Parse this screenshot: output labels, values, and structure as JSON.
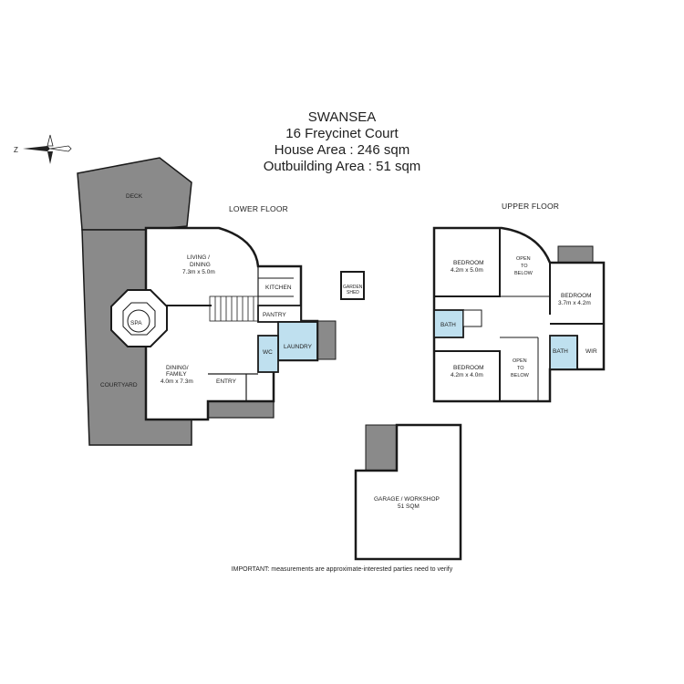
{
  "header": {
    "title": "SWANSEA",
    "address": "16 Freycinet Court",
    "house_area": "House Area : 246 sqm",
    "outbuilding_area": "Outbuilding Area : 51 sqm"
  },
  "compass": {
    "label": "Z"
  },
  "lower_floor": {
    "title": "LOWER FLOOR",
    "rooms": {
      "deck": "DECK",
      "courtyard": "COURTYARD",
      "spa": "SPA",
      "living_name": "LIVING /",
      "living_name2": "DINING",
      "living_dim": "7.3m x 5.0m",
      "kitchen": "KITCHEN",
      "pantry": "PANTRY",
      "laundry": "LAUNDRY",
      "wc": "WC",
      "dining_name": "DINING/",
      "dining_name2": "FAMILY",
      "dining_dim": "4.0m x 7.3m",
      "entry": "ENTRY",
      "garden_shed": "GARDEN",
      "garden_shed2": "SHED"
    }
  },
  "upper_floor": {
    "title": "UPPER FLOOR",
    "rooms": {
      "bed1_name": "BEDROOM",
      "bed1_dim": "4.2m x 5.0m",
      "open1a": "OPEN",
      "open1b": "TO",
      "open1c": "BELOW",
      "bed2_name": "BEDROOM",
      "bed2_dim": "3.7m x 4.2m",
      "bath1": "BATH",
      "bath2": "BATH",
      "wir": "WIR",
      "bed3_name": "BEDROOM",
      "bed3_dim": "4.2m x 4.0m",
      "open2a": "OPEN",
      "open2b": "TO",
      "open2c": "BELOW"
    }
  },
  "garage": {
    "name": "GARAGE / WORKSHOP",
    "area": "51 SQM"
  },
  "footer": {
    "note": "IMPORTANT: measurements are approximate-interested parties need to verify"
  },
  "colors": {
    "wall": "#1a1a1a",
    "outdoor": "#8a8a8a",
    "wet_area": "#bfe0ef",
    "floor": "#ffffff"
  }
}
